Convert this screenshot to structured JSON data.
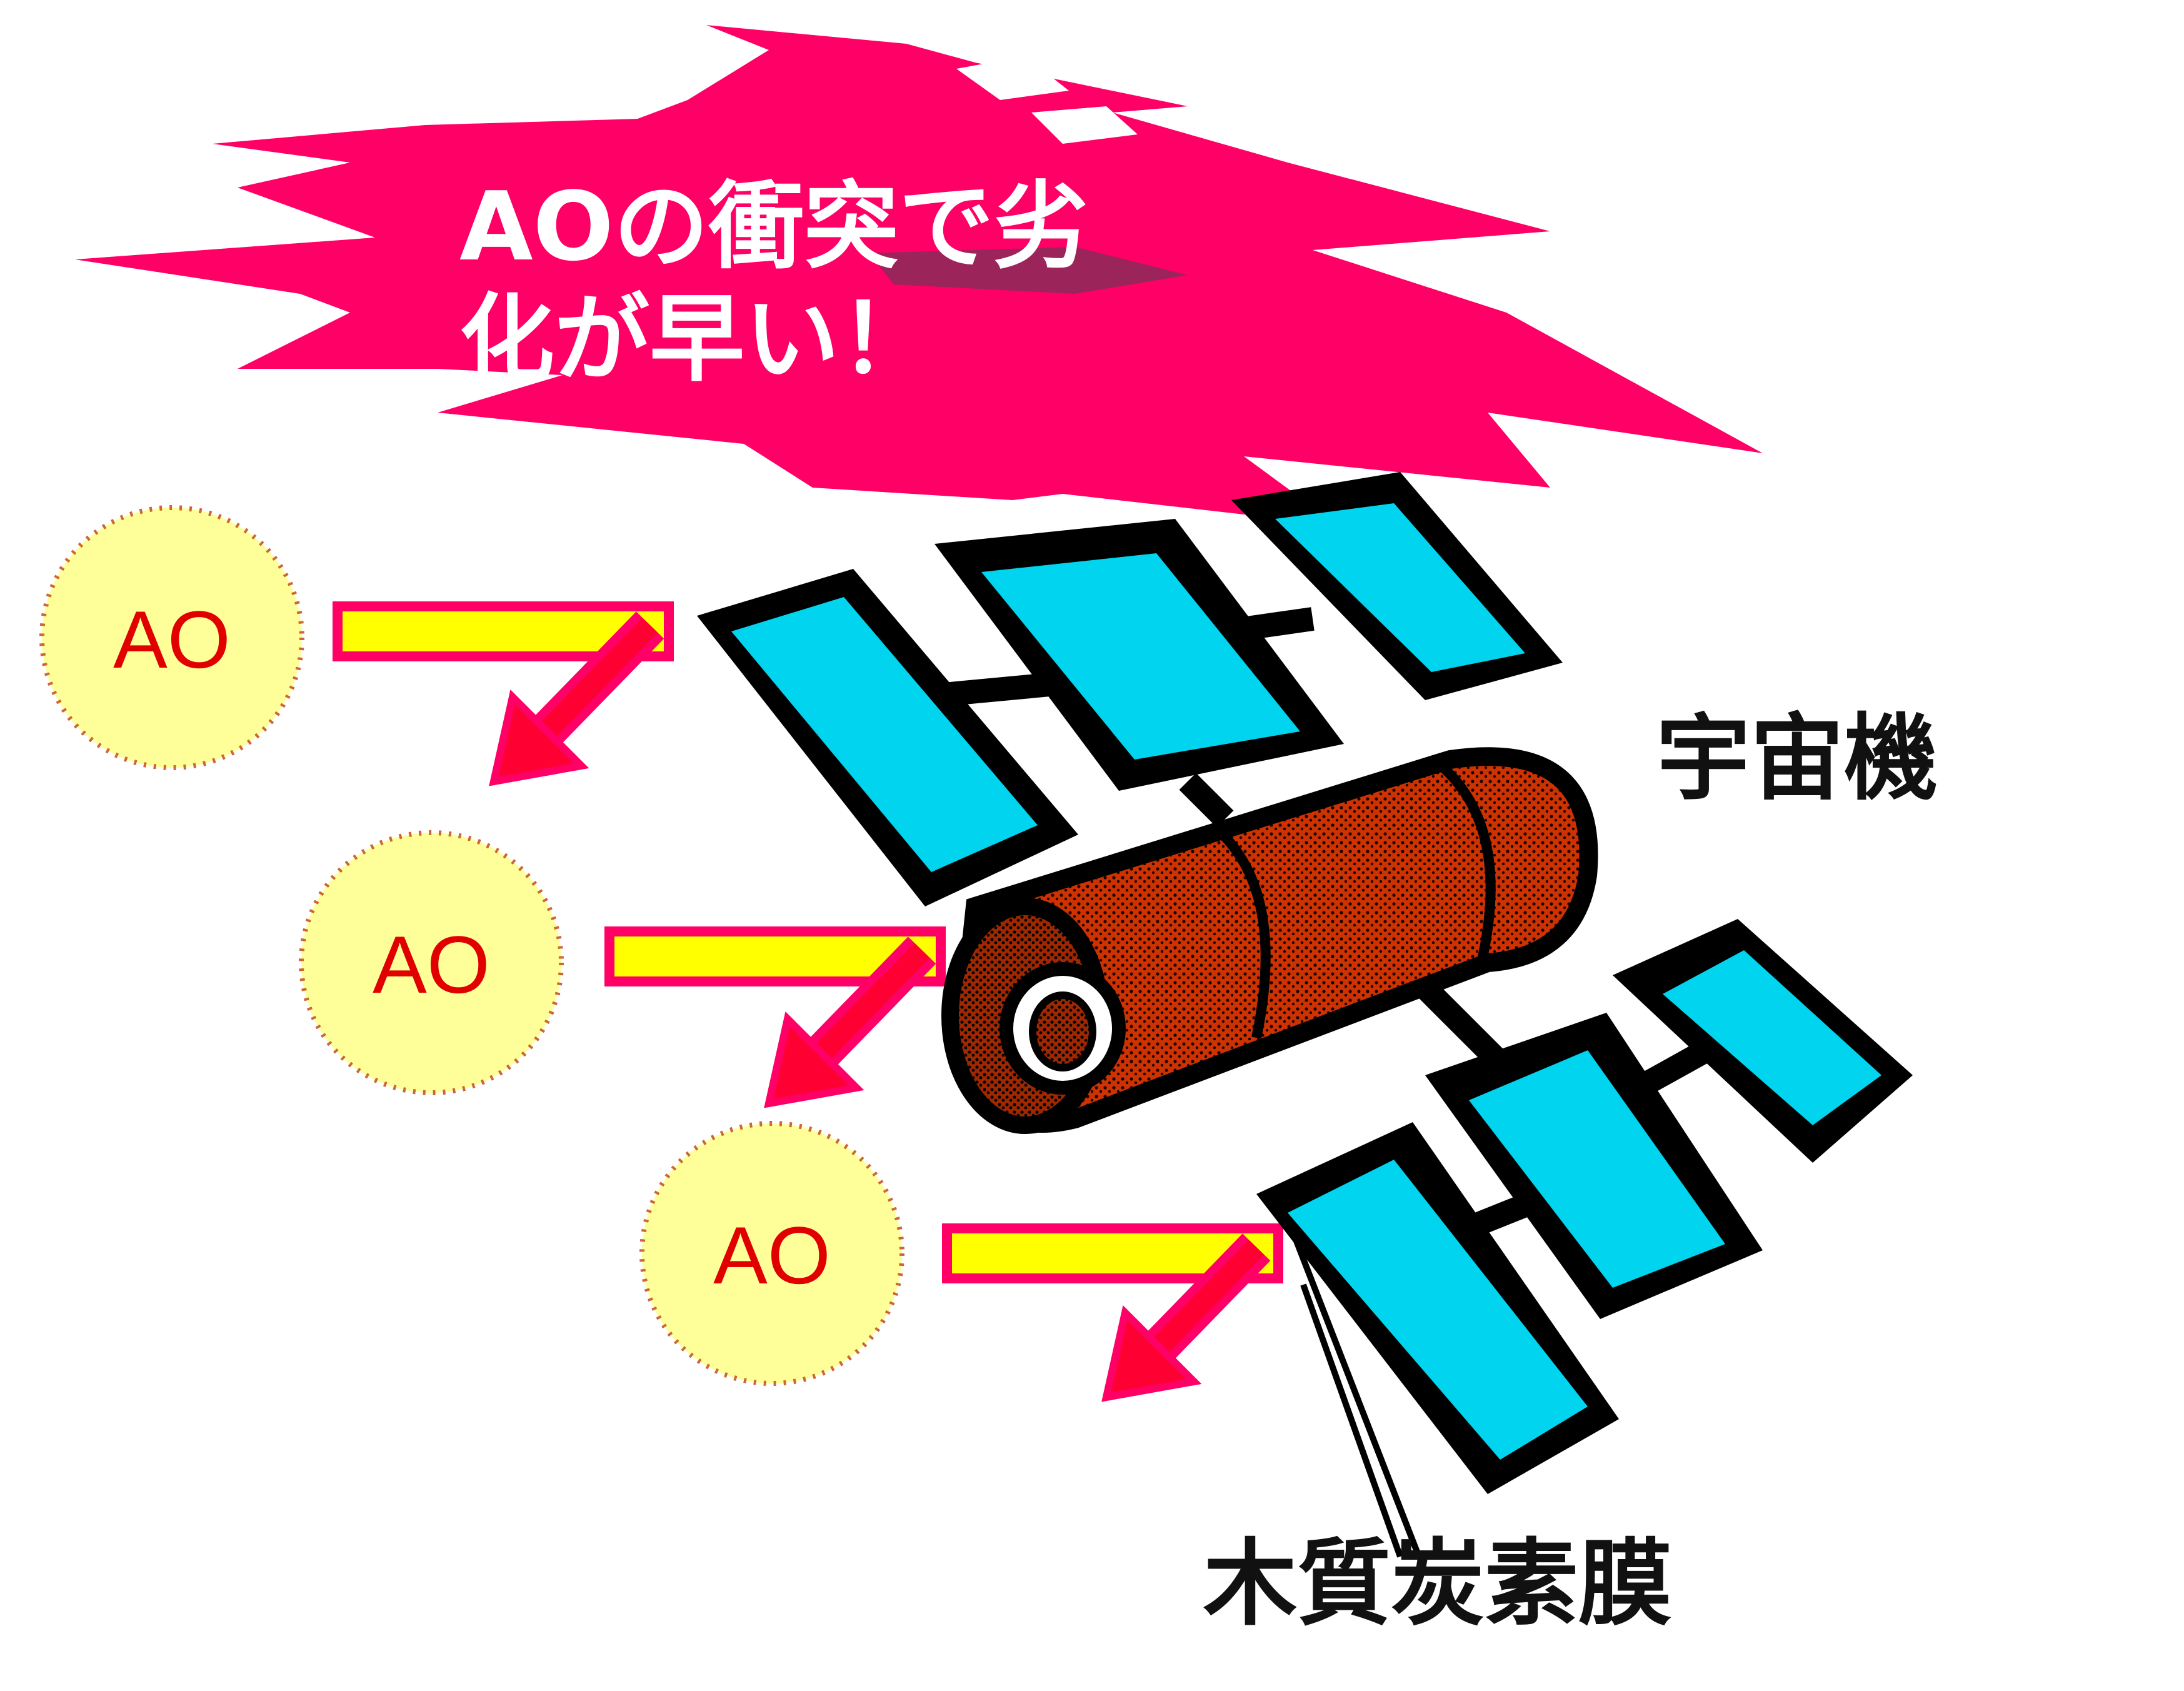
{
  "callout": {
    "line1": "AOの衝突で劣",
    "line2": "化が早い！"
  },
  "atomic_oxygen": {
    "label": "AO",
    "count": 3
  },
  "labels": {
    "spacecraft": "宇宙機",
    "coating": "木質炭素膜"
  },
  "colors": {
    "burst": "#ff0066",
    "ao_fill": "#ffff99",
    "ao_dots": "#cc6633",
    "ao_text": "#e00000",
    "incoming_bar": "#ffff00",
    "incoming_bar_border": "#ff0066",
    "deflect_arrow": "#ff0033",
    "solar_panel": "#00d4ee",
    "body_fill": "#cc3300",
    "outline": "#000000"
  }
}
